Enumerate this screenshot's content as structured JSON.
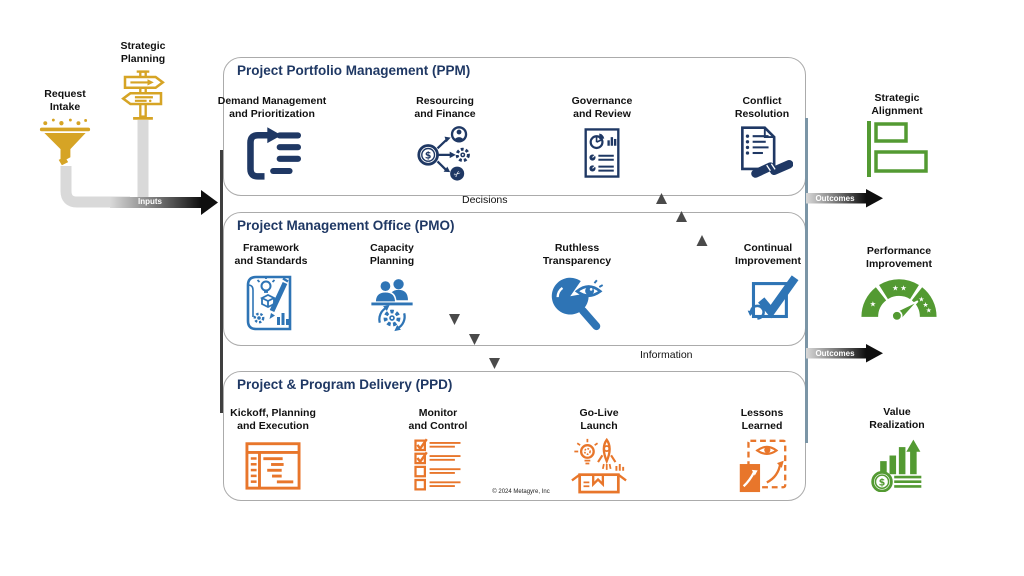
{
  "diagram": {
    "inputs": {
      "request_intake": {
        "line1": "Request",
        "line2": "Intake"
      },
      "strategic_planning": {
        "line1": "Strategic",
        "line2": "Planning"
      },
      "arrow_label": "Inputs"
    },
    "ppm": {
      "title": "Project Portfolio Management (PPM)",
      "items": [
        {
          "line1": "Demand Management",
          "line2": "and Prioritization"
        },
        {
          "line1": "Resourcing",
          "line2": "and Finance"
        },
        {
          "line1": "Governance",
          "line2": "and Review"
        },
        {
          "line1": "Conflict",
          "line2": "Resolution"
        }
      ]
    },
    "pmo": {
      "title": "Project Management Office (PMO)",
      "items": [
        {
          "line1": "Framework",
          "line2": "and Standards"
        },
        {
          "line1": "Capacity",
          "line2": "Planning"
        },
        {
          "line1": "Ruthless",
          "line2": "Transparency"
        },
        {
          "line1": "Continual",
          "line2": "Improvement"
        }
      ]
    },
    "ppd": {
      "title": "Project & Program Delivery (PPD)",
      "items": [
        {
          "line1": "Kickoff, Planning",
          "line2": "and Execution"
        },
        {
          "line1": "Monitor",
          "line2": "and Control"
        },
        {
          "line1": "Go-Live",
          "line2": "Launch"
        },
        {
          "line1": "Lessons",
          "line2": "Learned"
        }
      ]
    },
    "flows": {
      "decisions": "Decisions",
      "information": "Information"
    },
    "outcomes": {
      "arrow_label_top": "Outcomes",
      "arrow_label_bottom": "Outcomes",
      "items": [
        {
          "line1": "Strategic",
          "line2": "Alignment"
        },
        {
          "line1": "Performance",
          "line2": "Improvement"
        },
        {
          "line1": "Value",
          "line2": "Realization"
        }
      ]
    },
    "footer": {
      "copyright": "© 2024 Metagyre, Inc"
    },
    "colors": {
      "ppm_navy": "#1F3864",
      "pmo_blue": "#2E74B5",
      "ppd_orange": "#E8762B",
      "outcome_green": "#539A32",
      "input_gold": "#D6A425",
      "title_blue": "#1F3864",
      "border_gray": "#ABABAB",
      "arrow_dark": "#4A4A4A",
      "bus_right_blue": "#7B95A6"
    }
  }
}
